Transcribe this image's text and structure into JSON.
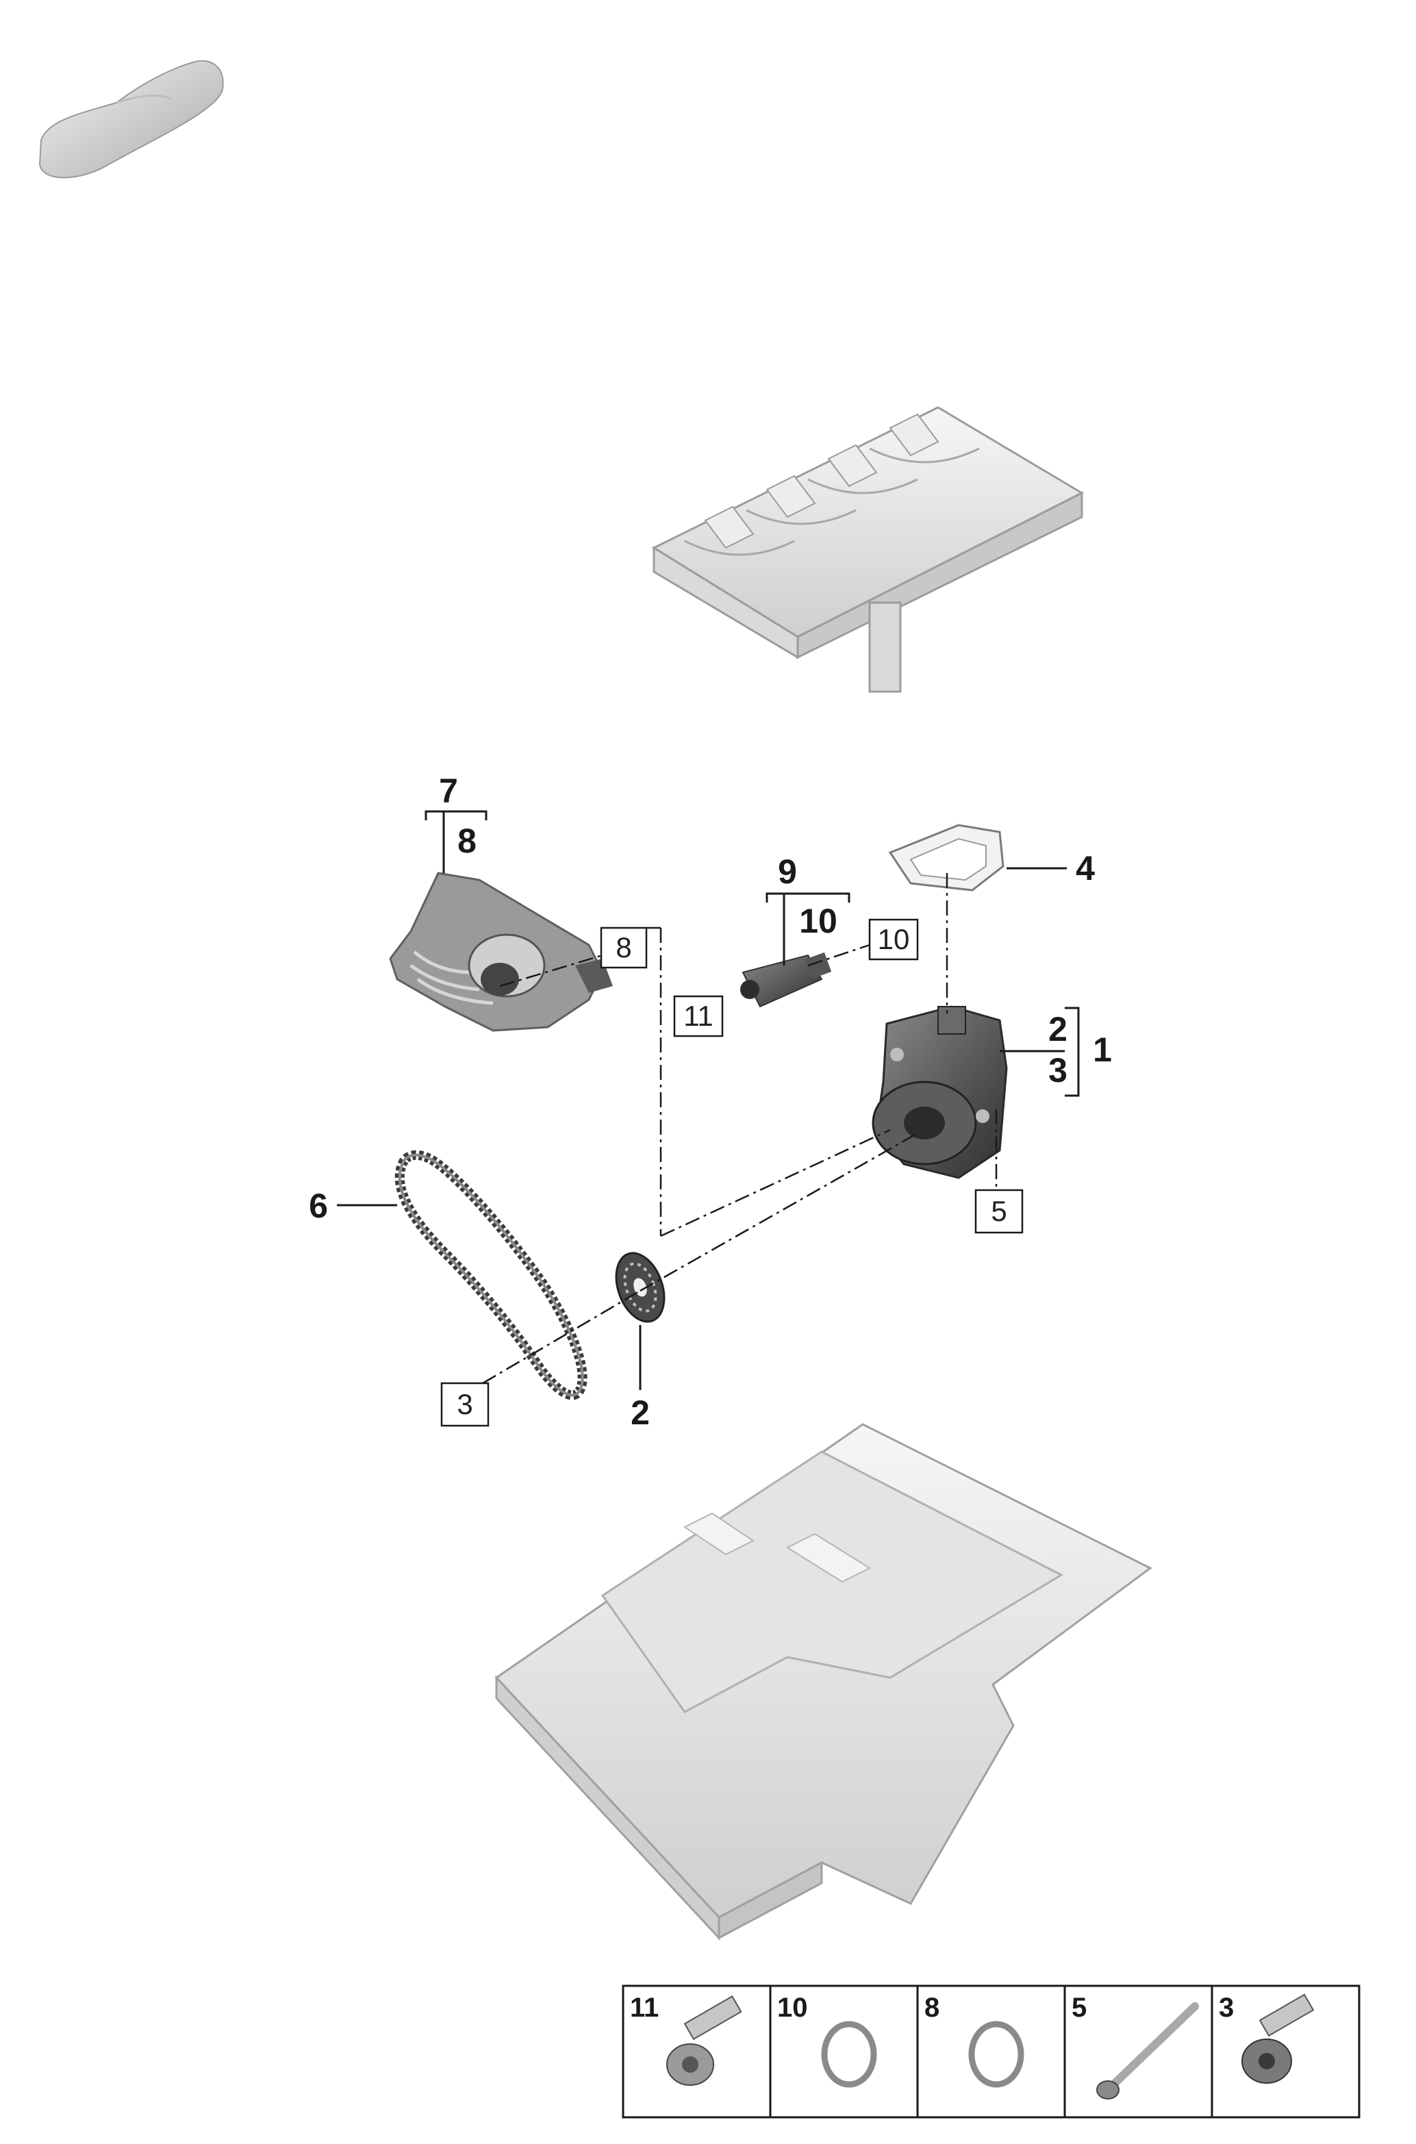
{
  "callouts": {
    "c1": "1",
    "c2a": "2",
    "c3a": "3",
    "c4": "4",
    "c6": "6",
    "c7": "7",
    "c8": "8",
    "c9": "9",
    "c10": "10",
    "c2b": "2"
  },
  "ref_boxes": {
    "b8": "8",
    "b10": "10",
    "b11": "11",
    "b5": "5",
    "b3": "3"
  },
  "legend": [
    "11",
    "10",
    "8",
    "5",
    "3"
  ],
  "colors": {
    "line": "#1a1a1a",
    "part_light": "#e6e6e6",
    "part_dark": "#4a4a4a",
    "background": "#ffffff"
  }
}
